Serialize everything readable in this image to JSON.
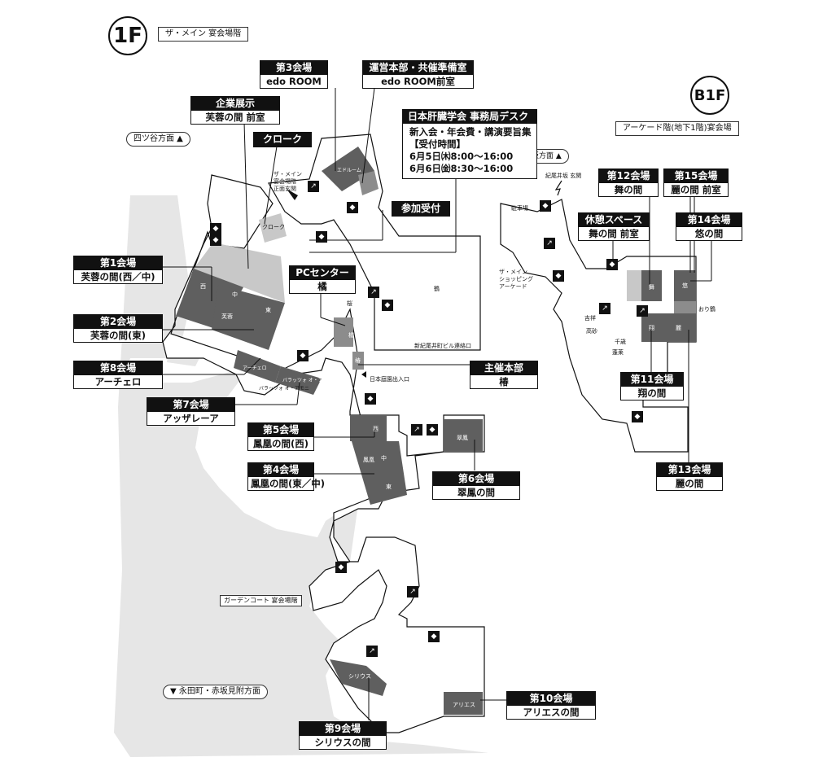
{
  "floor_1f": {
    "badge": "1F",
    "caption": "ザ・メイン 宴会場階"
  },
  "floor_b1f": {
    "badge": "B1F",
    "caption": "アーケード階(地下1階)宴会場"
  },
  "directions": {
    "yotsuya": "四ツ谷方面 ▲",
    "kioizaka": "紀尾井坂方面 ▲",
    "nagatacho": "▼ 永田町・赤坂見附方面",
    "garden_court": "ガーデンコート 宴会場階"
  },
  "callouts": {
    "hall3": {
      "title": "第3会場",
      "sub": "edo ROOM"
    },
    "hq": {
      "title": "運営本部・共催準備室",
      "sub": "edo ROOM前室"
    },
    "corp": {
      "title": "企業展示",
      "sub": "芙蓉の間 前室"
    },
    "cloak": {
      "title": "クローク"
    },
    "reception": {
      "title": "参加受付"
    },
    "hall1": {
      "title": "第1会場",
      "sub": "芙蓉の間(西／中)"
    },
    "hall2": {
      "title": "第2会場",
      "sub": "芙蓉の間(東)"
    },
    "pc": {
      "title": "PCセンター",
      "sub": "橘"
    },
    "hall8": {
      "title": "第8会場",
      "sub": "アーチェロ"
    },
    "hall7": {
      "title": "第7会場",
      "sub": "アッザレーア"
    },
    "host": {
      "title": "主催本部",
      "sub": "椿"
    },
    "hall5": {
      "title": "第5会場",
      "sub": "鳳凰の間(西)"
    },
    "hall4": {
      "title": "第4会場",
      "sub": "鳳凰の間(東／中)"
    },
    "hall6": {
      "title": "第6会場",
      "sub": "翠鳳の間"
    },
    "hall9": {
      "title": "第9会場",
      "sub": "シリウスの間"
    },
    "hall10": {
      "title": "第10会場",
      "sub": "アリエスの間"
    },
    "hall12": {
      "title": "第12会場",
      "sub": "舞の間"
    },
    "hall15": {
      "title": "第15会場",
      "sub": "麗の間 前室"
    },
    "rest": {
      "title": "休憩スペース",
      "sub": "舞の間 前室"
    },
    "hall14": {
      "title": "第14会場",
      "sub": "悠の間"
    },
    "hall11": {
      "title": "第11会場",
      "sub": "翔の間"
    },
    "hall13": {
      "title": "第13会場",
      "sub": "麗の間"
    }
  },
  "desk": {
    "title": "日本肝臓学会 事務局デスク",
    "line1": "新入会・年会費・講演要旨集",
    "line2": "【受付時間】",
    "line3": "6月5日㈭8:00～16:00",
    "line4": "6月6日㈮8:30～16:00"
  },
  "map_labels": {
    "main_entrance": "ザ・メイン\n宴会場階\n正面玄関",
    "cloak_small": "クローク",
    "edo_room_small": "エドルーム",
    "west": "西",
    "center": "中",
    "east": "東",
    "fuyo": "芙蓉",
    "archero": "アーチェロ",
    "azzalea": "バラッツォ オ・アモニ",
    "sakura": "桜",
    "tachibana": "橘",
    "tsubaki": "椿",
    "tsuru": "鶴",
    "kioi_bldg": "新紀尾井町ビル連絡口",
    "japanese_garden": "日本庭園出入口",
    "hoo_west": "西",
    "hoo": "鳳凰",
    "hoo_center": "中",
    "hoo_east": "東",
    "suiho": "翠鳳",
    "sirius": "シリウス",
    "aries": "アリエス",
    "kioi_entrance": "紀尾井坂 玄関",
    "parking": "駐車場",
    "arcade": "ザ・メイン\nショッピング\nアーケード",
    "mai": "舞",
    "yu": "悠",
    "sho": "翔",
    "rei": "麗",
    "orizuru": "おり鶴",
    "kissho": "吉祥",
    "takasago": "高砂",
    "chitose": "千歳",
    "horai": "蓬莱"
  },
  "colors": {
    "dark_room": "#5f5f5f",
    "mid_room": "#8c8c8c",
    "light_room": "#c8c8c8",
    "garden": "#e6e6e6",
    "ink": "#111111"
  }
}
